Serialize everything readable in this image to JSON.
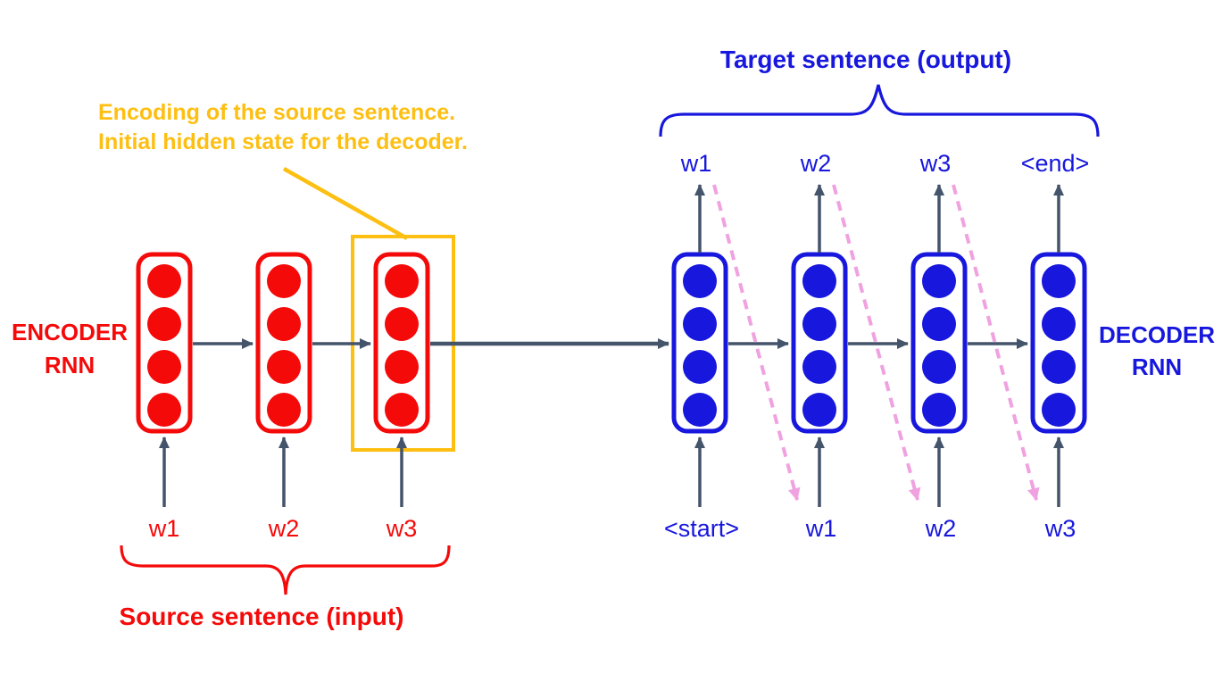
{
  "colors": {
    "red": "#f50a0a",
    "blue": "#1717dd",
    "yellow": "#fdbf12",
    "pink": "#f0a2e0",
    "arrow": "#44546a"
  },
  "annotation": {
    "line1": "Encoding of the source sentence.",
    "line2": "Initial hidden state for the decoder."
  },
  "encoder": {
    "title_line1": "ENCODER",
    "title_line2": "RNN",
    "inputs": [
      "w1",
      "w2",
      "w3"
    ],
    "brace_label": "Source sentence (input)"
  },
  "decoder": {
    "title_line1": "DECODER",
    "title_line2": "RNN",
    "inputs": [
      "<start>",
      "w1",
      "w2",
      "w3"
    ],
    "outputs": [
      "w1",
      "w2",
      "w3",
      "<end>"
    ],
    "brace_label": "Target sentence (output)"
  }
}
